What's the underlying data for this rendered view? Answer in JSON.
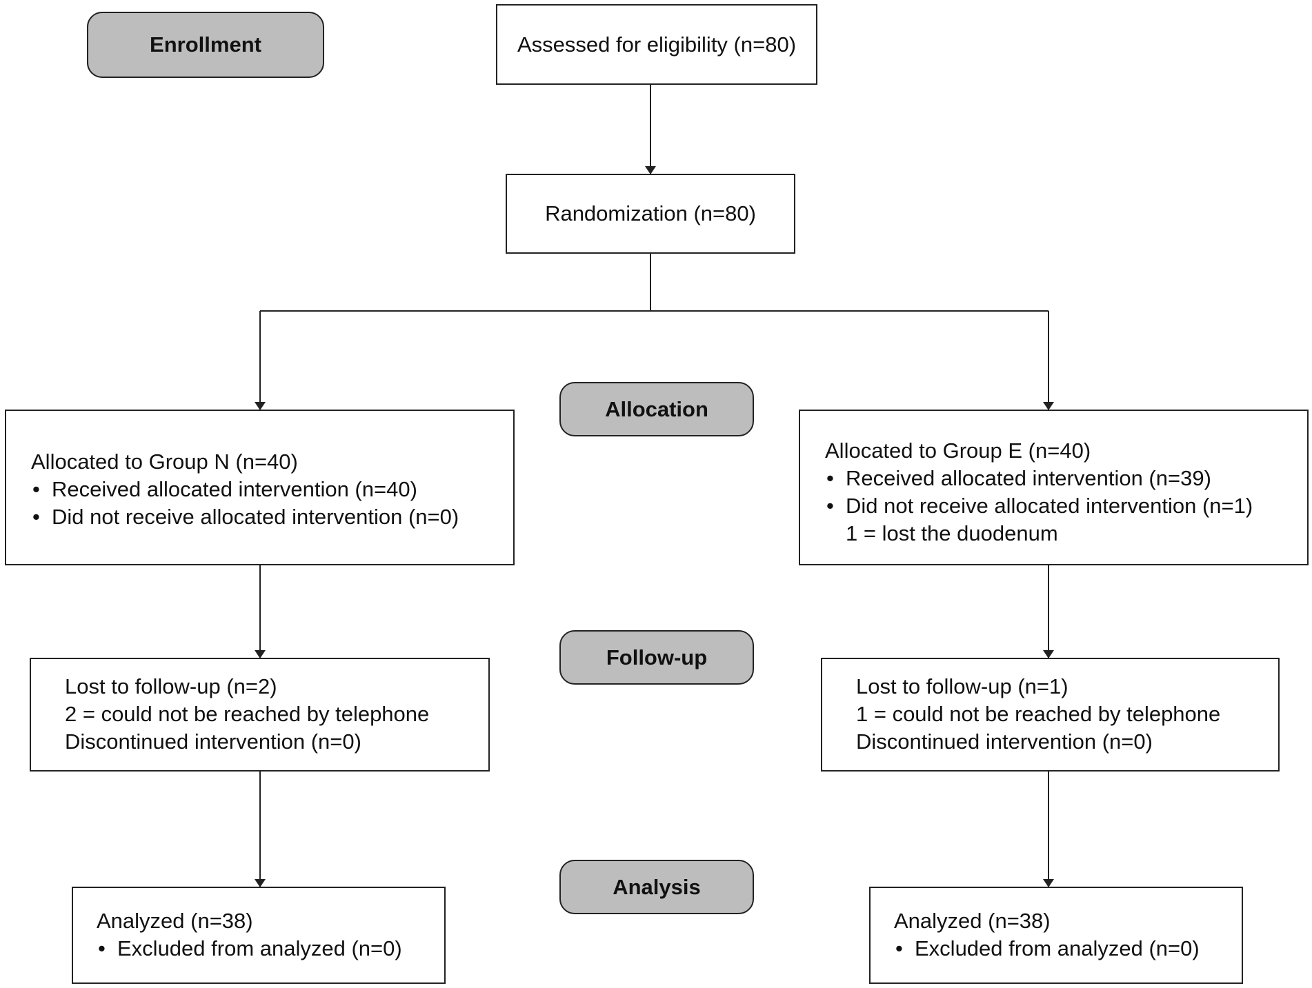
{
  "stages": {
    "enrollment": "Enrollment",
    "allocation": "Allocation",
    "follow_up": "Follow-up",
    "analysis": "Analysis"
  },
  "eligibility": {
    "text": "Assessed for eligibility (n=80)"
  },
  "randomization": {
    "text": "Randomization (n=80)"
  },
  "group_n": {
    "allocation": {
      "title": "Allocated to Group N (n=40)",
      "received": "Received allocated intervention (n=40)",
      "not_received": "Did not receive allocated intervention (n=0)"
    },
    "follow_up": {
      "lost": "Lost to follow-up (n=2)",
      "lost_reason": "2 = could not be reached by telephone",
      "discontinued": "Discontinued intervention (n=0)"
    },
    "analysis": {
      "analyzed": "Analyzed (n=38)",
      "excluded": "Excluded from analyzed (n=0)"
    }
  },
  "group_e": {
    "allocation": {
      "title": "Allocated to Group E (n=40)",
      "received": "Received allocated intervention (n=39)",
      "not_received": "Did not receive allocated intervention (n=1)",
      "not_received_reason": "1 = lost the duodenum"
    },
    "follow_up": {
      "lost": "Lost to follow-up (n=1)",
      "lost_reason": "1 = could not be reached by telephone",
      "discontinued": "Discontinued intervention (n=0)"
    },
    "analysis": {
      "analyzed": "Analyzed (n=38)",
      "excluded": "Excluded from analyzed (n=0)"
    }
  }
}
